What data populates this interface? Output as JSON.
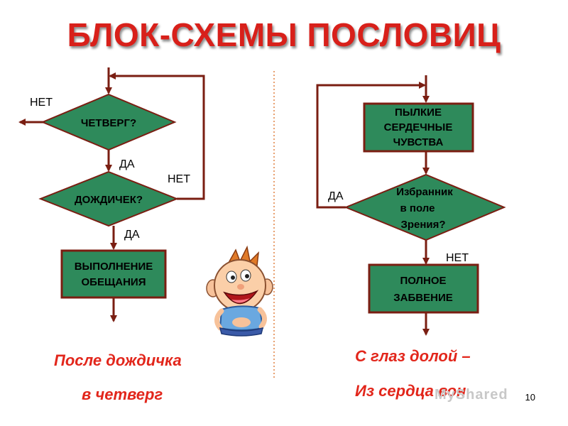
{
  "title": "БЛОК-СХЕМЫ ПОСЛОВИЦ",
  "colors": {
    "title": "#d8201a",
    "node_fill": "#2e8a5b",
    "node_stroke": "#7a1e12",
    "arrow": "#7a1e12",
    "proverb": "#e2261b"
  },
  "left_flowchart": {
    "decision1": "ЧЕТВЕРГ?",
    "decision2": "ДОЖДИЧЕК?",
    "process": [
      "ВЫПОЛНЕНИЕ",
      "ОБЕЩАНИЯ"
    ],
    "label_no_1": "НЕТ",
    "label_yes_1": "ДА",
    "label_no_2": "НЕТ",
    "label_yes_2": "ДА"
  },
  "right_flowchart": {
    "process1": [
      "ПЫЛКИЕ",
      "СЕРДЕЧНЫЕ",
      "ЧУВСТВА"
    ],
    "decision": [
      "Избранник",
      "в поле",
      "Зрения?"
    ],
    "process2": [
      "ПОЛНОЕ",
      "ЗАБВЕНИЕ"
    ],
    "label_yes": "ДА",
    "label_no": "НЕТ"
  },
  "proverb_left": {
    "line1": "После дождичка",
    "line2": "в четверг"
  },
  "proverb_right": {
    "line1": "С глаз долой –",
    "line2": "Из сердца вон"
  },
  "watermark": "MyShared",
  "page_number": "10"
}
